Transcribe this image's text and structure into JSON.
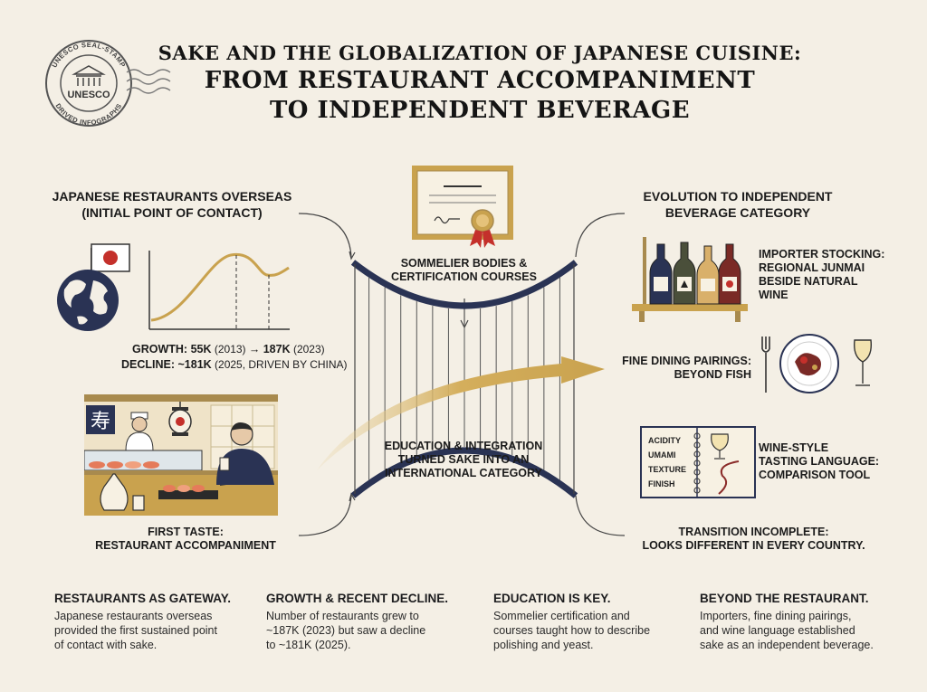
{
  "stamp": {
    "ring_top": "UNESCO SEAL-STAMP",
    "center": "UNESCO",
    "ring_bottom": "DRIVED INFOGRAPHS"
  },
  "title": {
    "line1": "SAKE AND THE GLOBALIZATION OF JAPANESE CUISINE:",
    "line2": "FROM RESTAURANT ACCOMPANIMENT",
    "line3": "TO INDEPENDENT BEVERAGE"
  },
  "left": {
    "heading_line1": "JAPANESE RESTAURANTS OVERSEAS",
    "heading_line2": "(INITIAL POINT OF CONTACT)",
    "growth_label": "GROWTH: 55K",
    "growth_year1": "(2013)",
    "growth_arrow": "→",
    "growth_value2": "187K",
    "growth_year2": "(2023)",
    "decline_label": "DECLINE: ~181K",
    "decline_note": "(2025, DRIVEN BY CHINA)",
    "sign_kanji": "寿",
    "first_taste_line1": "FIRST TASTE:",
    "first_taste_line2": "RESTAURANT ACCOMPANIMENT"
  },
  "middle": {
    "cert_line1": "SOMMELIER BODIES &",
    "cert_line2": "CERTIFICATION COURSES",
    "edu_line1": "EDUCATION & INTEGRATION",
    "edu_line2": "TURNED SAKE INTO AN",
    "edu_line3": "INTERNATIONAL CATEGORY"
  },
  "right": {
    "heading_line1": "EVOLUTION TO INDEPENDENT",
    "heading_line2": "BEVERAGE CATEGORY",
    "importer_line1": "IMPORTER STOCKING:",
    "importer_line2": "REGIONAL JUNMAI",
    "importer_line3": "BESIDE NATURAL",
    "importer_line4": "WINE",
    "pairing_line1": "FINE DINING PAIRINGS:",
    "pairing_line2": "BEYOND FISH",
    "tasting_line1": "WINE-STYLE",
    "tasting_line2": "TASTING LANGUAGE:",
    "tasting_line3": "COMPARISON TOOL",
    "notebook_terms": [
      "ACIDITY",
      "UMAMI",
      "TEXTURE",
      "FINISH"
    ],
    "transition_line1": "TRANSITION INCOMPLETE:",
    "transition_line2": "LOOKS DIFFERENT IN EVERY COUNTRY."
  },
  "bottom": [
    {
      "heading": "RESTAURANTS AS GATEWAY.",
      "line1": "Japanese restaurants overseas",
      "line2": "provided the first sustained point",
      "line3": "of contact with sake."
    },
    {
      "heading": "GROWTH & RECENT DECLINE.",
      "line1": "Number of restaurants grew to",
      "line2": "~187K (2023) but saw a decline",
      "line3": "to ~181K (2025)."
    },
    {
      "heading": "EDUCATION IS KEY.",
      "line1": "Sommelier certification and",
      "line2": "courses taught how to describe",
      "line3": "polishing and yeast."
    },
    {
      "heading": "BEYOND THE RESTAURANT.",
      "line1": "Importers, fine dining pairings,",
      "line2": "and wine language established",
      "line3": "sake as an independent beverage."
    }
  ],
  "colors": {
    "navy": "#2a3354",
    "gold": "#c9a24e",
    "red": "#c4302b",
    "cream": "#f4efe5"
  }
}
